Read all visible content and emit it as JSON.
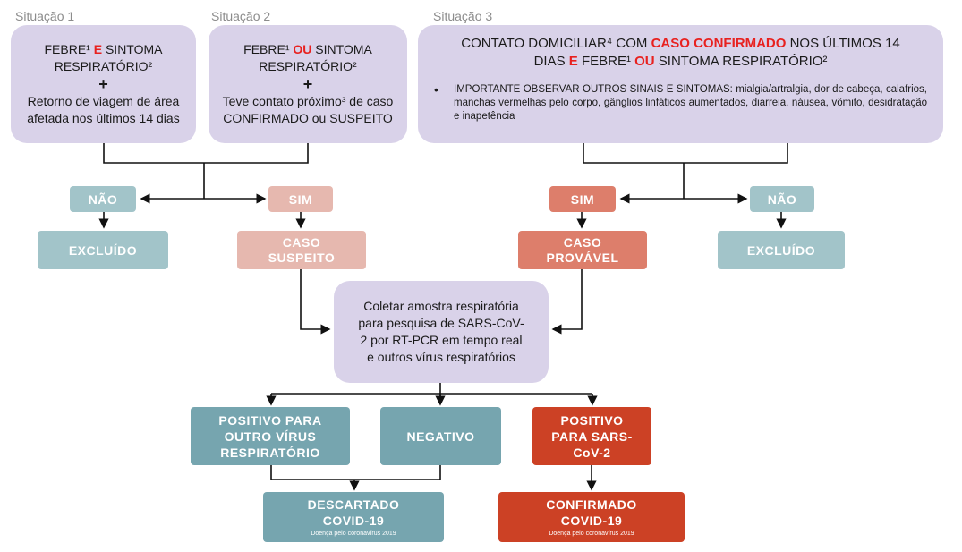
{
  "labels": {
    "s1": "Situação 1",
    "s2": "Situação 2",
    "s3": "Situação 3"
  },
  "s1": {
    "a": "FEBRE¹",
    "conj": "E",
    "b": "SINTOMA RESPIRATÓRIO²",
    "plus": "+",
    "c": "Retorno de viagem de área afetada nos últimos 14 dias"
  },
  "s2": {
    "a": "FEBRE¹",
    "conj": "OU",
    "b": "SINTOMA RESPIRATÓRIO²",
    "plus": "+",
    "c": "Teve contato próximo³ de caso CONFIRMADO ou SUSPEITO"
  },
  "s3": {
    "t1": "CONTATO DOMICILIAR⁴ COM",
    "t2": "CASO CONFIRMADO",
    "t3": "NOS ÚLTIMOS 14 DIAS",
    "t4": "E",
    "t5": "FEBRE¹",
    "t6": "OU",
    "t7": "SINTOMA RESPIRATÓRIO²",
    "bullet": "IMPORTANTE OBSERVAR OUTROS SINAIS E SINTOMAS: mialgia/artralgia, dor de cabeça, calafrios, manchas vermelhas pelo corpo, gânglios linfáticos aumentados, diarreia, náusea, vômito, desidratação e inapetência"
  },
  "nodes": {
    "nao": "NÃO",
    "sim": "SIM",
    "excluido": "EXCLUÍDO",
    "suspeito": "CASO SUSPEITO",
    "provavel": "CASO PROVÁVEL",
    "coletar": "Coletar amostra respiratória para pesquisa de SARS-CoV-2 por RT-PCR em tempo real e outros vírus respiratórios",
    "pos_outro": "POSITIVO PARA OUTRO VÍRUS RESPIRATÓRIO",
    "negativo": "NEGATIVO",
    "pos_sars": "POSITIVO PARA SARS-CoV-2",
    "descartado": "DESCARTADO COVID-19",
    "confirmado": "CONFIRMADO COVID-19",
    "doenca": "Doença pelo coronavírus 2019"
  },
  "colors": {
    "lavender": "#d9d2e9",
    "teal": "#76a5af",
    "light_teal": "#a2c4c9",
    "salmon": "#e6b8af",
    "coral": "#dd7e6b",
    "dark_red": "#cc4125",
    "red_text": "#e8211f"
  }
}
